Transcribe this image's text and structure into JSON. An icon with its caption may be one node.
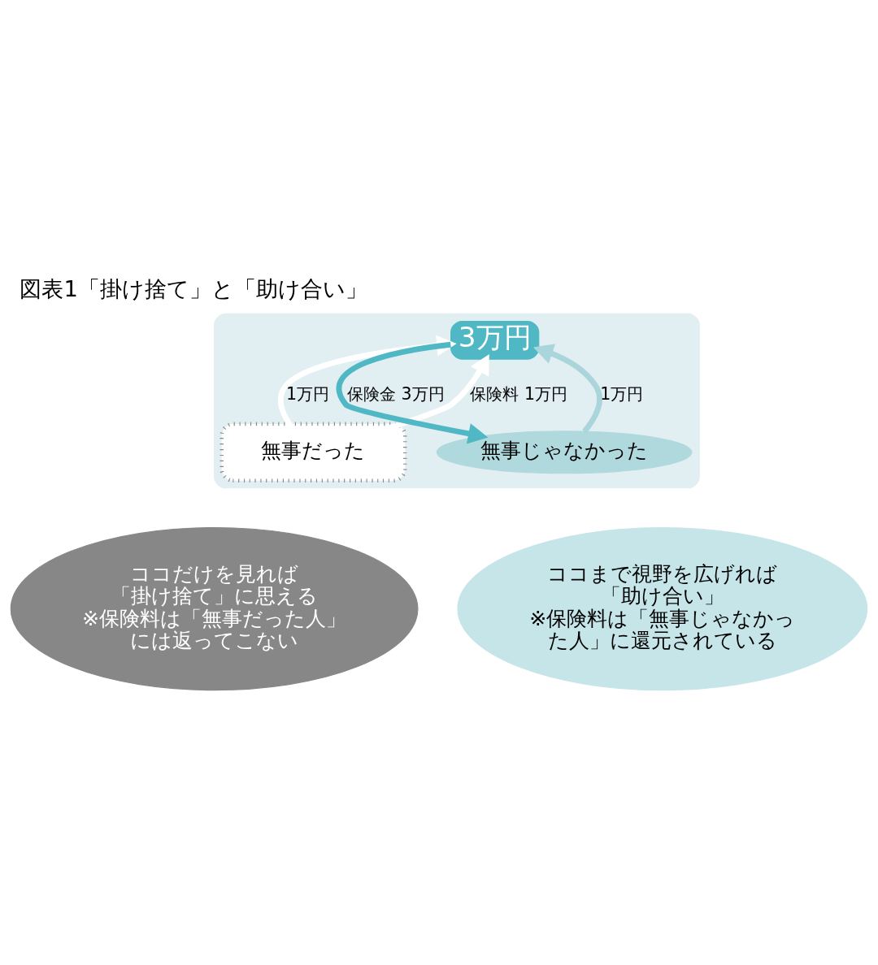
{
  "diagram": {
    "title": "図表1「掛け捨て」と「助け合い」",
    "nodes": [
      {
        "text": [],
        "shape": "box"
      },
      {
        "text": [],
        "shape": "box",
        "in": 0
      },
      {
        "text": [
          "3万円"
        ],
        "in": 0
      },
      {
        "text": [
          "無事だった"
        ],
        "in": 1
      },
      {
        "text": [
          "無事じゃなかった"
        ],
        "in": 0
      },
      {
        "text": [
          "ココだけを見れば",
          "「掛け捨て」に思える",
          "※保険料は「無事だった人」には返ってこない"
        ]
      },
      {
        "text": [
          "ココまで視野を広げれば",
          "「助け合い」",
          "※保険料は「無事じゃなかった人」に還元されている"
        ]
      }
    ],
    "edges": [
      {
        "from": 3,
        "to": 2,
        "arrow": "to",
        "label": "保険料 1万円",
        "color": "#ffffff"
      },
      {
        "from": 3,
        "to": 2,
        "arrow": "to",
        "label": "1万円",
        "color": "#ffffff"
      },
      {
        "from": 4,
        "to": 2,
        "arrow": "to",
        "label": "1万円",
        "color": "#a9d5db"
      },
      {
        "from": 2,
        "to": 4,
        "arrow": "to",
        "label": "保険金 3万円",
        "color": "#4fb8c4"
      }
    ]
  }
}
